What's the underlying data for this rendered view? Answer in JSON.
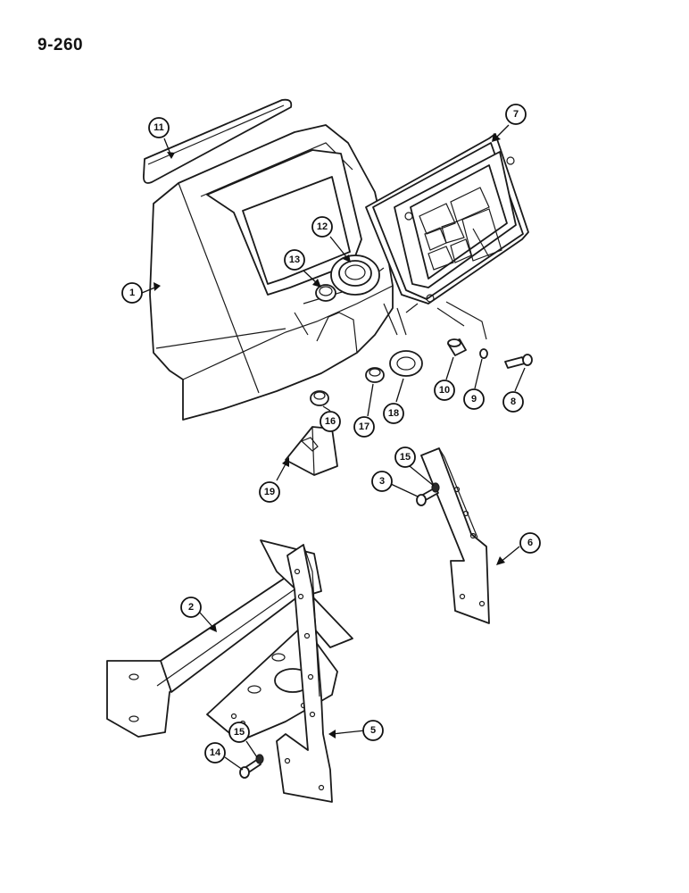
{
  "page_number": "9-260",
  "callouts": [
    {
      "id": "c1",
      "label": "1"
    },
    {
      "id": "c2",
      "label": "2"
    },
    {
      "id": "c3",
      "label": "3"
    },
    {
      "id": "c5",
      "label": "5"
    },
    {
      "id": "c6",
      "label": "6"
    },
    {
      "id": "c7",
      "label": "7"
    },
    {
      "id": "c8",
      "label": "8"
    },
    {
      "id": "c9",
      "label": "9"
    },
    {
      "id": "c10",
      "label": "10"
    },
    {
      "id": "c11",
      "label": "11"
    },
    {
      "id": "c12",
      "label": "12"
    },
    {
      "id": "c13",
      "label": "13"
    },
    {
      "id": "c14",
      "label": "14"
    },
    {
      "id": "c15a",
      "label": "15"
    },
    {
      "id": "c15b",
      "label": "15"
    },
    {
      "id": "c16",
      "label": "16"
    },
    {
      "id": "c17",
      "label": "17"
    },
    {
      "id": "c18",
      "label": "18"
    },
    {
      "id": "c19",
      "label": "19"
    }
  ]
}
